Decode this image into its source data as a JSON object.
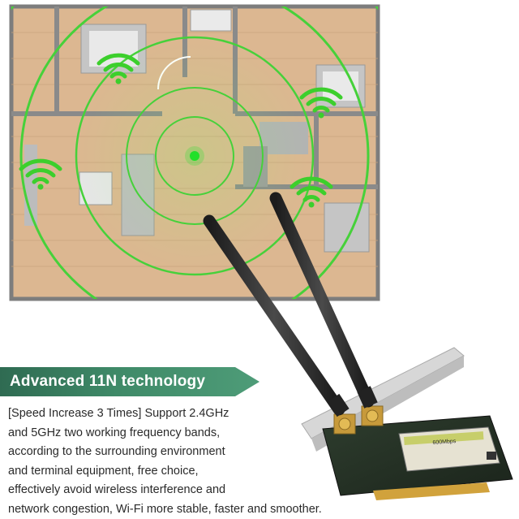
{
  "headline": "Advanced 11N technology",
  "description_lines": [
    "[Speed Increase 3 Times] Support 2.4GHz",
    "and 5GHz two working frequency bands,",
    "according to the surrounding environment",
    "and terminal equipment, free choice,",
    "effectively avoid wireless interference and",
    "network congestion, Wi-Fi more stable, faster and smoother."
  ],
  "card_label": "600Mbps",
  "icons": [
    "wifi-signal-icon"
  ],
  "colors": {
    "banner": "#3f8a68",
    "signal": "#46d13a",
    "floor": "#d9b48f",
    "text": "#2a2a2a"
  }
}
